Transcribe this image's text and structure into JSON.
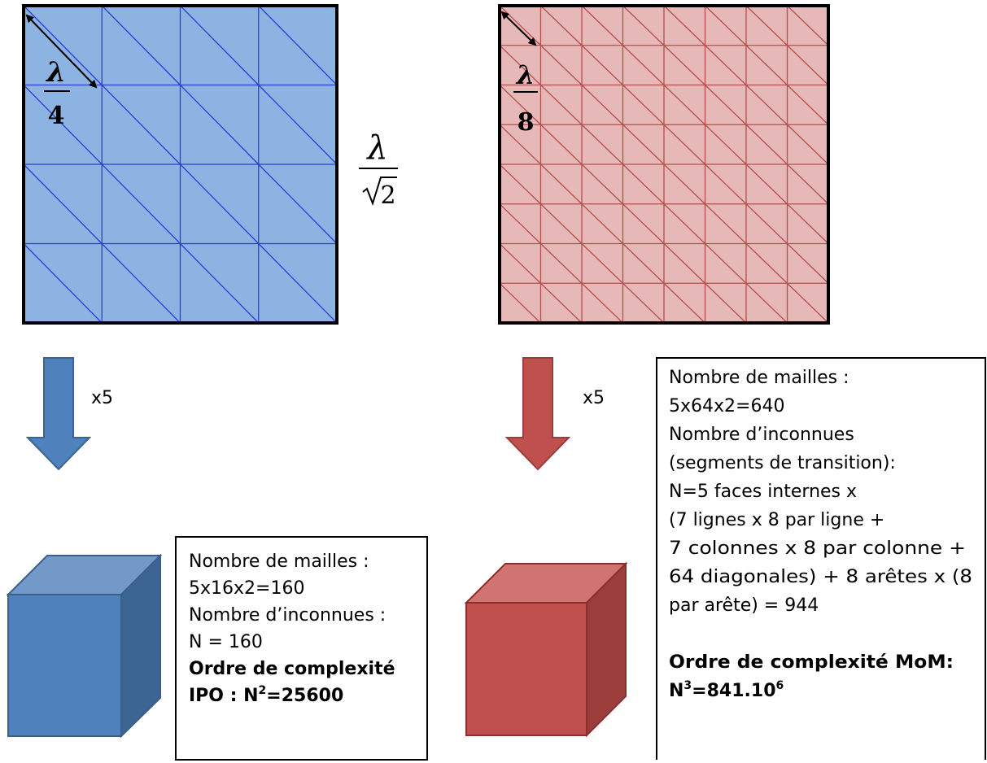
{
  "colors": {
    "blue_fill": "#8db3e2",
    "blue_line": "#2e3cdc",
    "blue_arrow": "#4f81bd",
    "blue_cube_front": "#4f81bd",
    "blue_cube_top": "#7399c9",
    "blue_cube_side": "#3d6594",
    "red_fill": "#e6b8b7",
    "red_line": "#b5504e",
    "red_arrow": "#c0504d",
    "red_cube_front": "#c0504d",
    "red_cube_top": "#cf7471",
    "red_cube_side": "#9b3d3a"
  },
  "icons": {
    "left_mesh": "triangular-mesh-4x4",
    "right_mesh": "triangular-mesh-8x8",
    "left_arrow": "down-arrow",
    "right_arrow": "down-arrow",
    "left_cube": "cube",
    "right_cube": "cube"
  },
  "left_mesh": {
    "divisions": 4,
    "edge_label": {
      "num": "λ",
      "den": "4"
    }
  },
  "right_mesh": {
    "divisions": 8,
    "edge_label": {
      "num": "λ",
      "den": "8"
    }
  },
  "side_label": {
    "num": "λ",
    "den_root": "2"
  },
  "left_multiplier": "x5",
  "right_multiplier": "x5",
  "left_box": {
    "lines": [
      "Nombre de mailles :",
      "5x16x2=160",
      "Nombre d’inconnues :",
      "N = 160"
    ],
    "bold_line_1": "Ordre de complexité",
    "bold_line_2_prefix": "IPO : N",
    "bold_line_2_sup": "2",
    "bold_line_2_suffix": "=25600"
  },
  "right_box": {
    "lines": [
      "Nombre de mailles :",
      "5x64x2=640",
      "Nombre d’inconnues",
      "(segments de transition):",
      "N=5 faces internes x",
      "(7 lignes x 8 par ligne +",
      "7 colonnes x 8 par colonne +",
      "64 diagonales) + 8 arêtes x (8",
      "par arête) = 944"
    ],
    "bold_line_1": "Ordre de complexité MoM:",
    "bold_line_2_prefix": "N",
    "bold_line_2_sup": "3",
    "bold_line_2_mid": "=841.10",
    "bold_line_2_sup2": "6"
  }
}
